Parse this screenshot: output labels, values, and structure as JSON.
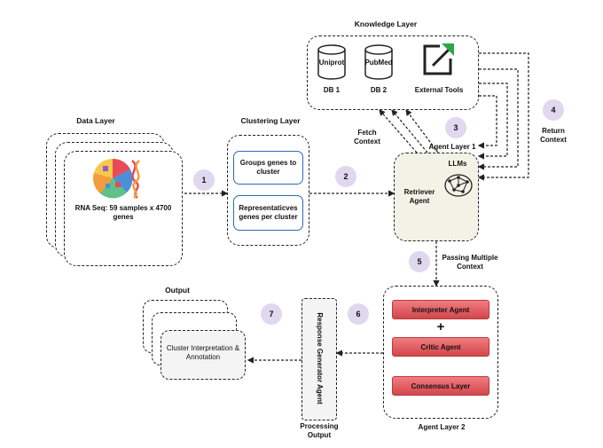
{
  "layers": {
    "data_layer": "Data Layer",
    "clustering_layer": "Clustering Layer",
    "knowledge_layer": "Knowledge Layer",
    "agent_layer_1": "Agent Layer 1",
    "agent_layer_2": "Agent Layer 2",
    "output": "Output"
  },
  "data_layer": {
    "caption": "RNA Seq: 59 samples x 4700 genes"
  },
  "clustering": {
    "box1": "Groups genes to cluster",
    "box2": "Representaticves genes per cluster"
  },
  "knowledge": {
    "db1_name": "Uniprot",
    "db1_label": "DB 1",
    "db2_name": "PubMed",
    "db2_label": "DB 2",
    "tools_label": "External Tools"
  },
  "agent1": {
    "llms": "LLMs",
    "retriever": "Retriever Agent"
  },
  "agent2": {
    "interpreter": "Interpreter Agent",
    "plus": "+",
    "critic": "Critic Agent",
    "consensus": "Consensus Layer"
  },
  "response_generator": "Response Generator Agent",
  "output_box": "Cluster Interpretation & Annotation",
  "flow_labels": {
    "fetch_context": "Fetch Context",
    "return_context": "Return Context",
    "passing_multiple_context": "Passing Multiple Context",
    "processing_output": "Processing Output"
  },
  "steps": [
    "1",
    "2",
    "3",
    "4",
    "5",
    "6",
    "7"
  ]
}
